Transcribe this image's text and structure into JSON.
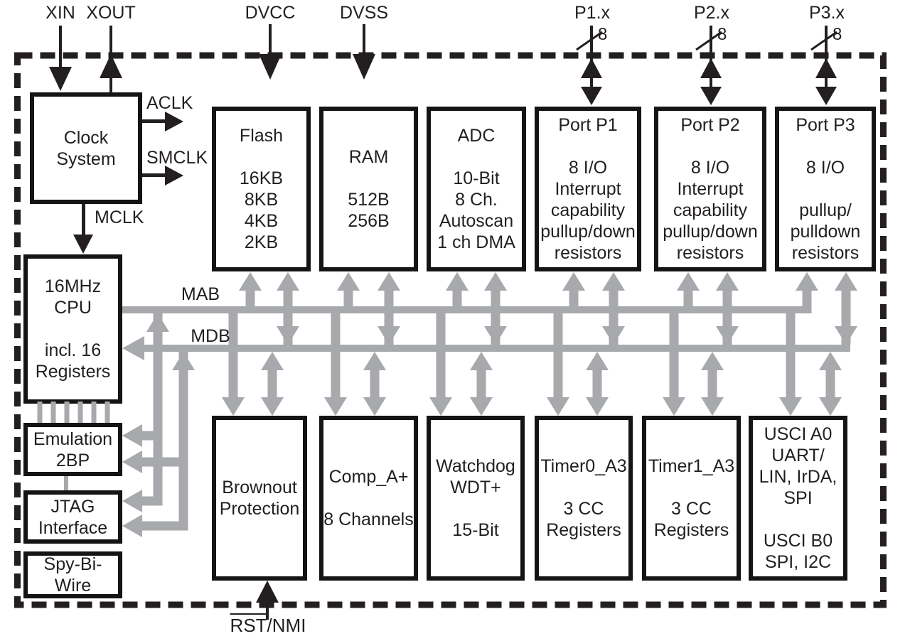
{
  "pins": {
    "xin": "XIN",
    "xout": "XOUT",
    "dvcc": "DVCC",
    "dvss": "DVSS",
    "p1": "P1.x",
    "p2": "P2.x",
    "p3": "P3.x",
    "p1_width": "8",
    "p2_width": "8",
    "p3_width": "8",
    "rst_main": "RST",
    "rst_rest": "/NMI"
  },
  "clocks": {
    "aclk": "ACLK",
    "smclk": "SMCLK",
    "mclk": "MCLK"
  },
  "buses": {
    "mab": "MAB",
    "mdb": "MDB"
  },
  "blocks": {
    "clock": {
      "lines": [
        "Clock",
        "System"
      ]
    },
    "cpu": {
      "lines": [
        "16MHz",
        "CPU",
        "",
        "incl. 16",
        "Registers"
      ]
    },
    "emulation": {
      "lines": [
        "Emulation",
        "2BP"
      ]
    },
    "jtag": {
      "lines": [
        "JTAG",
        "Interface"
      ]
    },
    "sbw": {
      "lines": [
        "Spy-Bi-",
        "Wire"
      ]
    },
    "flash": {
      "lines": [
        "Flash",
        "",
        "16KB",
        "8KB",
        "4KB",
        "2KB"
      ]
    },
    "ram": {
      "lines": [
        "RAM",
        "",
        "512B",
        "256B"
      ]
    },
    "adc": {
      "lines": [
        "ADC",
        "",
        "10-Bit",
        "8 Ch.",
        "Autoscan",
        "1 ch DMA"
      ]
    },
    "port1": {
      "lines": [
        "Port P1",
        "",
        "8 I/O",
        "Interrupt",
        "capability",
        "pullup/down",
        "resistors"
      ]
    },
    "port2": {
      "lines": [
        "Port P2",
        "",
        "8 I/O",
        "Interrupt",
        "capability",
        "pullup/down",
        "resistors"
      ]
    },
    "port3": {
      "lines": [
        "Port P3",
        "",
        "8 I/O",
        "",
        "pullup/",
        "pulldown",
        "resistors"
      ]
    },
    "brownout": {
      "lines": [
        "Brownout",
        "Protection"
      ]
    },
    "comp": {
      "lines": [
        "Comp_A+",
        "",
        "8 Channels"
      ]
    },
    "wdt": {
      "lines": [
        "Watchdog",
        "WDT+",
        "",
        "15-Bit"
      ]
    },
    "timer0": {
      "lines": [
        "Timer0_A3",
        "",
        "3 CC",
        "Registers"
      ]
    },
    "timer1": {
      "lines": [
        "Timer1_A3",
        "",
        "3 CC",
        "Registers"
      ]
    },
    "usci": {
      "lines": [
        "USCI A0",
        "UART/",
        "LIN, IrDA,",
        "SPI",
        "",
        "USCI B0",
        "SPI, I2C"
      ]
    }
  },
  "colors": {
    "bus_gray": "#a7a9ac",
    "ink": "#231f20",
    "border_black": "#141414"
  }
}
